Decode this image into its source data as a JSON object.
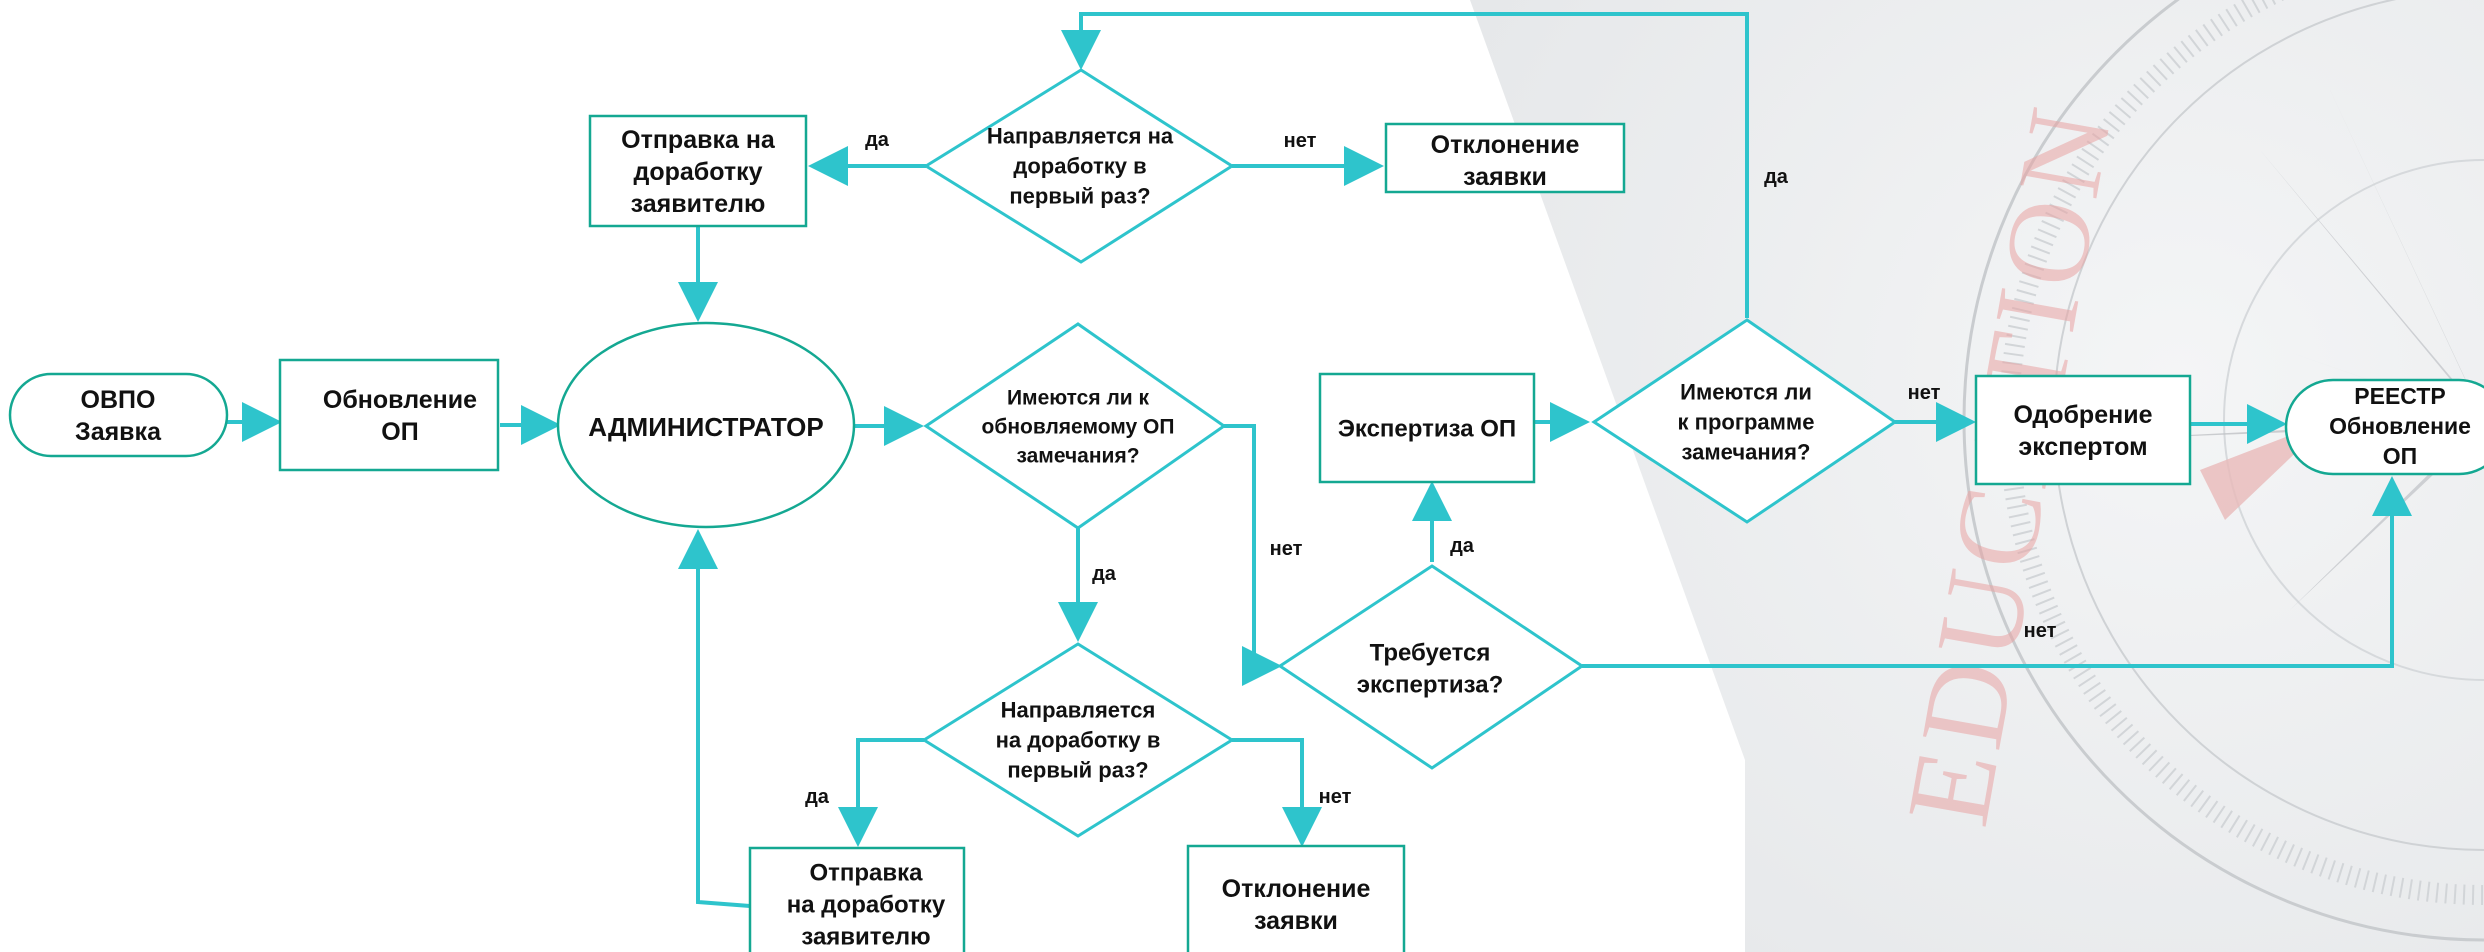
{
  "colors": {
    "edge": "#2ec4cc",
    "box_border": "#14a892",
    "text": "#111111",
    "watermark": "#e9a3a3"
  },
  "watermark": {
    "text": "EDUCATION",
    "icon": "compass-rose-icon"
  },
  "nodes": {
    "start": {
      "lines": [
        "ОВПО",
        "Заявка"
      ]
    },
    "update": {
      "lines": [
        "Обновление",
        "ОП"
      ]
    },
    "admin": {
      "lines": [
        "АДМИНИСТРАТОР"
      ]
    },
    "remarks": {
      "lines": [
        "Имеются ли к",
        "обновляемому ОП",
        "замечания?"
      ]
    },
    "top_decision": {
      "lines": [
        "Направляется на",
        "доработку в",
        "первый раз?"
      ]
    },
    "top_rework": {
      "lines": [
        "Отправка на",
        "доработку",
        "заявителю"
      ]
    },
    "top_reject": {
      "lines": [
        "Отклонение",
        "заявки"
      ]
    },
    "bot_decision": {
      "lines": [
        "Направляется",
        "на  доработку в",
        "первый раз?"
      ]
    },
    "bot_rework": {
      "lines": [
        "Отправка",
        "на  доработку",
        "заявителю"
      ]
    },
    "bot_reject": {
      "lines": [
        "Отклонение",
        "заявки"
      ]
    },
    "need_exp": {
      "lines": [
        "Требуется",
        "экспертиза?"
      ]
    },
    "expertise": {
      "lines": [
        "Экспертиза ОП"
      ]
    },
    "prog_remarks": {
      "lines": [
        "Имеются ли",
        "к программе",
        "замечания?"
      ]
    },
    "approval": {
      "lines": [
        "Одобрение",
        "экспертом"
      ]
    },
    "registry": {
      "lines": [
        "РЕЕСТР",
        "Обновление",
        "ОП"
      ]
    }
  },
  "edge_labels": {
    "top_yes": "да",
    "top_no": "нет",
    "loop_yes": "да",
    "remarks_yes": "да",
    "remarks_no": "нет",
    "bot_yes": "да",
    "bot_no": "нет",
    "need_yes": "да",
    "need_no": "нет",
    "prog_no": "нет"
  }
}
